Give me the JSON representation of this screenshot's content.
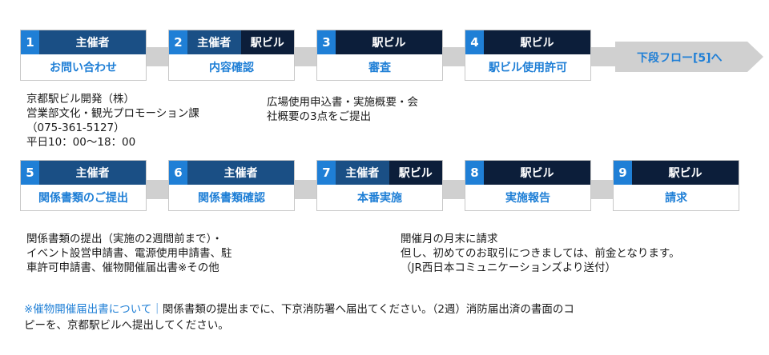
{
  "next_arrow_label": "下段フロー[5]へ",
  "steps": [
    {
      "num": "1",
      "actors": [
        {
          "name": "主催者",
          "tone": "blue"
        }
      ],
      "action": "お問い合わせ"
    },
    {
      "num": "2",
      "actors": [
        {
          "name": "主催者",
          "tone": "blue"
        },
        {
          "name": "駅ビル",
          "tone": "navy"
        }
      ],
      "action": "内容確認"
    },
    {
      "num": "3",
      "actors": [
        {
          "name": "駅ビル",
          "tone": "navy"
        }
      ],
      "action": "審査"
    },
    {
      "num": "4",
      "actors": [
        {
          "name": "駅ビル",
          "tone": "navy"
        }
      ],
      "action": "駅ビル使用許可"
    },
    {
      "num": "5",
      "actors": [
        {
          "name": "主催者",
          "tone": "blue"
        }
      ],
      "action": "関係書類のご提出"
    },
    {
      "num": "6",
      "actors": [
        {
          "name": "主催者",
          "tone": "blue"
        }
      ],
      "action": "関係書類確認"
    },
    {
      "num": "7",
      "actors": [
        {
          "name": "主催者",
          "tone": "blue"
        },
        {
          "name": "駅ビル",
          "tone": "navy"
        }
      ],
      "action": "本番実施"
    },
    {
      "num": "8",
      "actors": [
        {
          "name": "駅ビル",
          "tone": "navy"
        }
      ],
      "action": "実施報告"
    },
    {
      "num": "9",
      "actors": [
        {
          "name": "駅ビル",
          "tone": "navy"
        }
      ],
      "action": "請求"
    }
  ],
  "notes": {
    "contact": [
      "京都駅ビル開発（株）",
      "営業部文化・観光プロモーション課",
      "（075-361-5127）",
      "平日10：00〜18：00"
    ],
    "application": [
      "広場使用申込書・実施概要・会",
      "社概要の3点をご提出"
    ],
    "documents": [
      "関係書類の提出（実施の2週間前まで）・",
      "イベント設営申請書、電源使用申請書、駐",
      "車許可申請書、催物開催届出書※その他"
    ],
    "billing": [
      "開催月の月末に請求",
      "但し、初めてのお取引につきましては、前金となります。",
      "（JR西日本コミュニケーションズより送付）"
    ]
  },
  "footer": {
    "lead": "※催物開催届出書について｜",
    "line1": "関係書類の提出までに、下京消防署へ届出てください。（2週）消防届出済の書面のコ",
    "line2": "ピーを、京都駅ビルへ提出してください。"
  }
}
